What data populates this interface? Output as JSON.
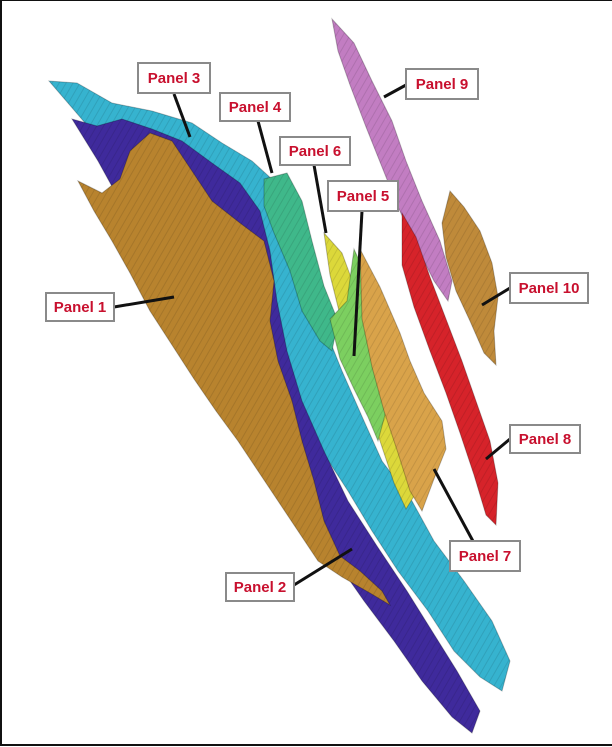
{
  "colors": {
    "label_text": "#c8102e",
    "label_border": "#8a8a8a",
    "leader": "#111111",
    "panel_1": "#b8832e",
    "panel_2": "#3f2a9c",
    "panel_3": "#36b3cf",
    "panel_4": "#3fb88a",
    "panel_5": "#7ccf60",
    "panel_6": "#dcd83a",
    "panel_7": "#d9a34a",
    "panel_8": "#d6232a",
    "panel_9": "#c27dc2",
    "panel_10": "#bf8a3a"
  },
  "labels": {
    "panel_1": "Panel 1",
    "panel_2": "Panel 2",
    "panel_3": "Panel 3",
    "panel_4": "Panel 4",
    "panel_5": "Panel 5",
    "panel_6": "Panel 6",
    "panel_7": "Panel 7",
    "panel_8": "Panel 8",
    "panel_9": "Panel 9",
    "panel_10": "Panel 10"
  }
}
